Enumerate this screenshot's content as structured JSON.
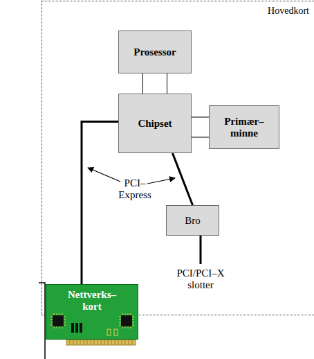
{
  "diagram": {
    "nodes": [
      {
        "text": [
          "Hovedkort"
        ]
      },
      {
        "text": [
          "Prosessor"
        ],
        "in": 0
      },
      {
        "text": [
          "Chipset"
        ],
        "in": 0
      },
      {
        "text": [
          "Primær– minne"
        ],
        "in": 0
      },
      {
        "text": [
          "Bro"
        ],
        "in": 0
      },
      {
        "text": [
          "Nettverks– kort"
        ]
      }
    ],
    "edges": [
      {
        "from": 1,
        "to": 2,
        "arrow": "none"
      },
      {
        "from": 2,
        "to": 3,
        "arrow": "none"
      },
      {
        "from": 2,
        "to": 4,
        "arrow": "none"
      },
      {
        "from": 2,
        "to": 5,
        "arrow": "none"
      }
    ],
    "labels": [
      "PCI– Express",
      "PCI/PCI–X slotter"
    ]
  }
}
